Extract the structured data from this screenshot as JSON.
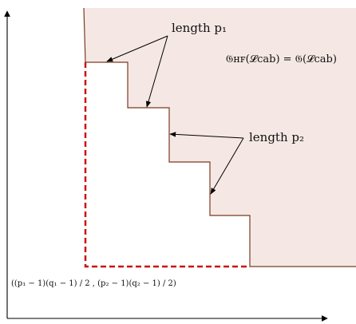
{
  "labels": {
    "length_p1": "length p₁",
    "length_p2": "length p₂",
    "formula": "𝔊ʜꜰ(𝓛cab) = 𝔊(𝓛cab)",
    "corner_coord": "((p₁ − 1)(q₁ − 1) / 2 , (p₂ − 1)(q₂ − 1) / 2)"
  },
  "colors": {
    "shaded_region": "#f5e8e4",
    "staircase": "#7a3a22",
    "dashed_boundary": "#cc1111",
    "axes": "#000000"
  },
  "icons": {
    "x_axis_arrow": "arrowhead-right",
    "y_axis_arrow": "arrowhead-up"
  }
}
